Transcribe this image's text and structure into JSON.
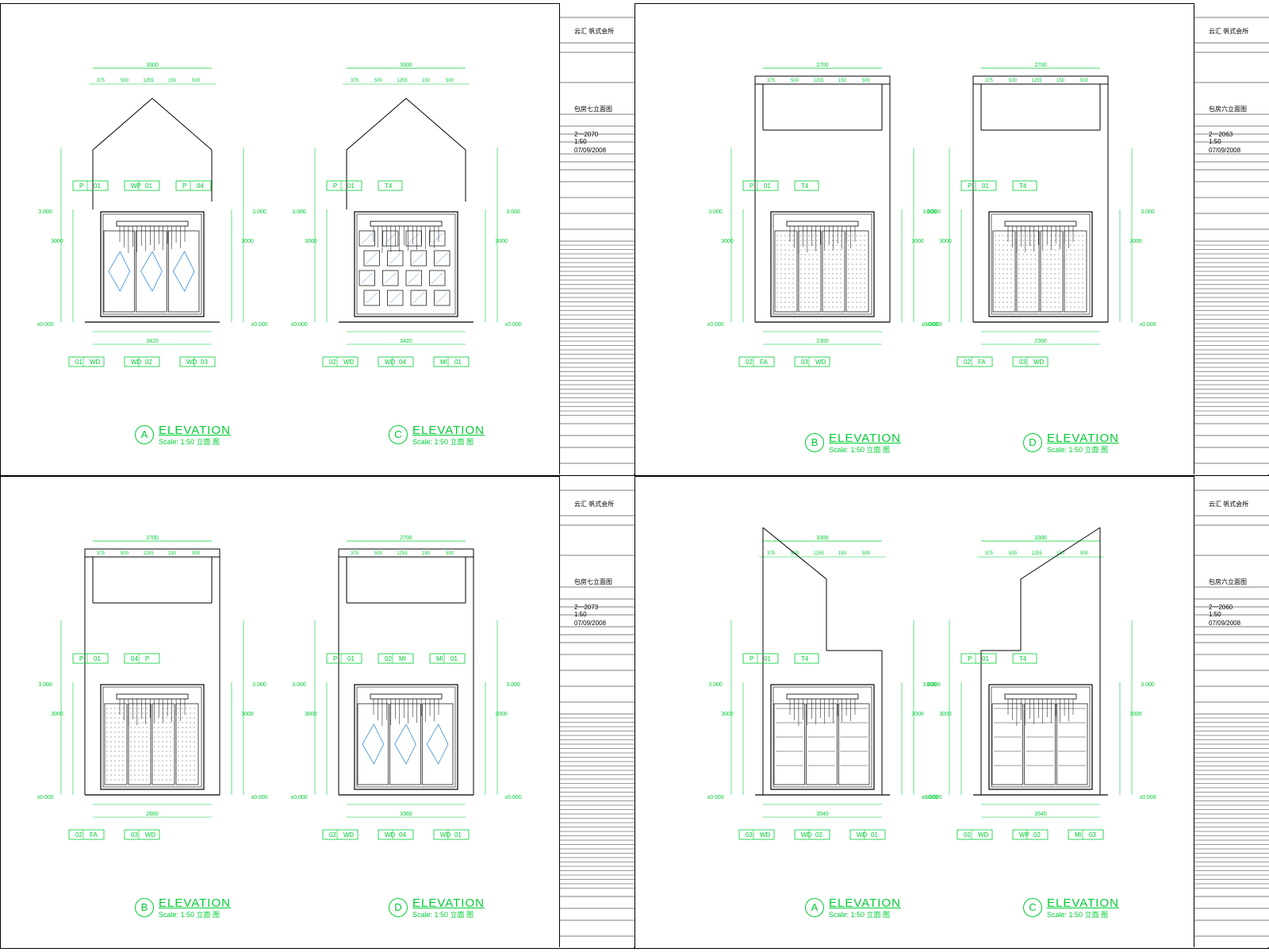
{
  "sheets": [
    {
      "id": "sheet-1",
      "title": "云汇 帆式会所",
      "subtitle": "包房七立面图",
      "drawing_no": "2一2070",
      "scale": "1:50",
      "date": "07/09/2008",
      "elevations": [
        {
          "letter": "A",
          "word": "ELEVATION",
          "scale": "Scale: 1:50 立面 图",
          "top_dim": "3300",
          "bottom_dim": "3420",
          "tags_top": [
            "P 01",
            "WP 01",
            "P 04"
          ],
          "tags_bottom": [
            "01 WD",
            "WD 02",
            "WD 03"
          ],
          "type": "gable-doors"
        },
        {
          "letter": "C",
          "word": "ELEVATION",
          "scale": "Scale: 1:50 立面 图",
          "top_dim": "3300",
          "bottom_dim": "3420",
          "tags_top": [
            "P 01",
            "T4"
          ],
          "tags_bottom": [
            "02 WD",
            "WD 04",
            "MI 01"
          ],
          "type": "gable-panels"
        }
      ]
    },
    {
      "id": "sheet-2",
      "title": "云汇 帆式会所",
      "subtitle": "包房六立面图",
      "drawing_no": "2一2063",
      "scale": "1:50",
      "date": "07/09/2008",
      "elevations": [
        {
          "letter": "B",
          "word": "ELEVATION",
          "scale": "Scale: 1:50 立面 图",
          "top_dim": "2700",
          "bottom_dim": "2300",
          "tags_top": [
            "P 01",
            "T4"
          ],
          "tags_bottom": [
            "02 FA",
            "03 WD"
          ],
          "type": "box-screen"
        },
        {
          "letter": "D",
          "word": "ELEVATION",
          "scale": "Scale: 1:50 立面 图",
          "top_dim": "2700",
          "bottom_dim": "2300",
          "tags_top": [
            "P 01",
            "T4"
          ],
          "tags_bottom": [
            "02 FA",
            "03 WD"
          ],
          "type": "box-screen"
        }
      ]
    },
    {
      "id": "sheet-3",
      "title": "云汇 帆式会所",
      "subtitle": "包房七立面图",
      "drawing_no": "2一2073",
      "scale": "1:50",
      "date": "07/09/2008",
      "elevations": [
        {
          "letter": "B",
          "word": "ELEVATION",
          "scale": "Scale: 1:50 立面 图",
          "top_dim": "2700",
          "bottom_dim": "2660",
          "tags_top": [
            "P 01",
            "04 P"
          ],
          "tags_bottom": [
            "02 FA",
            "03 WD"
          ],
          "type": "box-screen"
        },
        {
          "letter": "D",
          "word": "ELEVATION",
          "scale": "Scale: 1:50 立面 图",
          "top_dim": "2700",
          "bottom_dim": "3360",
          "tags_top": [
            "P 01",
            "02 MI",
            "MI 01"
          ],
          "tags_bottom": [
            "02 WD",
            "WD 04",
            "WD 01"
          ],
          "type": "box-doors"
        }
      ]
    },
    {
      "id": "sheet-4",
      "title": "云汇 帆式会所",
      "subtitle": "包房六立面图",
      "drawing_no": "2一2060",
      "scale": "1:50",
      "date": "07/09/2008",
      "elevations": [
        {
          "letter": "A",
          "word": "ELEVATION",
          "scale": "Scale: 1:50 立面 图",
          "top_dim": "3300",
          "bottom_dim": "3540",
          "tags_top": [
            "P 01",
            "T4"
          ],
          "tags_bottom": [
            "03 WD",
            "WD 02",
            "WD 01"
          ],
          "type": "slope-left"
        },
        {
          "letter": "C",
          "word": "ELEVATION",
          "scale": "Scale: 1:50 立面 图",
          "top_dim": "3300",
          "bottom_dim": "3540",
          "tags_top": [
            "P 01",
            "T4"
          ],
          "tags_bottom": [
            "02 WD",
            "WP 02",
            "MI 03"
          ],
          "type": "slope-right"
        }
      ]
    }
  ]
}
